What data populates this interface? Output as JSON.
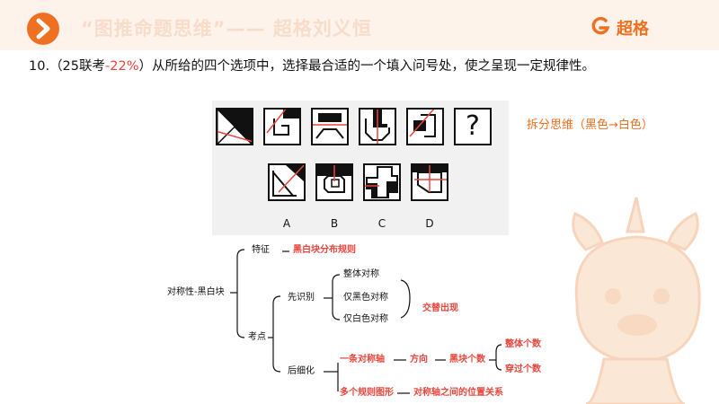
{
  "header": {
    "title": "“图推命题思维”—— 超格刘义恒",
    "brand": "超格"
  },
  "question": {
    "number": "10.",
    "source_prefix": "（25联考",
    "rate": "-22%",
    "source_suffix": "）",
    "text": "从所给的四个选项中，选择最合适的一个填入问号处，使之呈现一定规律性。"
  },
  "puzzle": {
    "question_mark": "?",
    "options": [
      "A",
      "B",
      "C",
      "D"
    ]
  },
  "hint": "拆分思维（黑色→白色）",
  "mindmap": {
    "root": "对称性-黑白块",
    "feature_label": "特征",
    "feature_value": "黑白块分布规则",
    "exam_point": "考点",
    "identify": "先识别",
    "identify_items": [
      "整体对称",
      "仅黑色对称",
      "仅白色对称"
    ],
    "alternate": "交替出现",
    "refine": "后细化",
    "one_axis": "一条对称轴",
    "direction": "方向",
    "black_count": "黑块个数",
    "whole_count": "整体个数",
    "through_count": "穿过个数",
    "multi_shapes": "多个规则图形",
    "axis_relation": "对称轴之间的位置关系"
  },
  "colors": {
    "accent": "#f07022",
    "red": "#e8453c",
    "header_bg": "#fdf3ea"
  }
}
